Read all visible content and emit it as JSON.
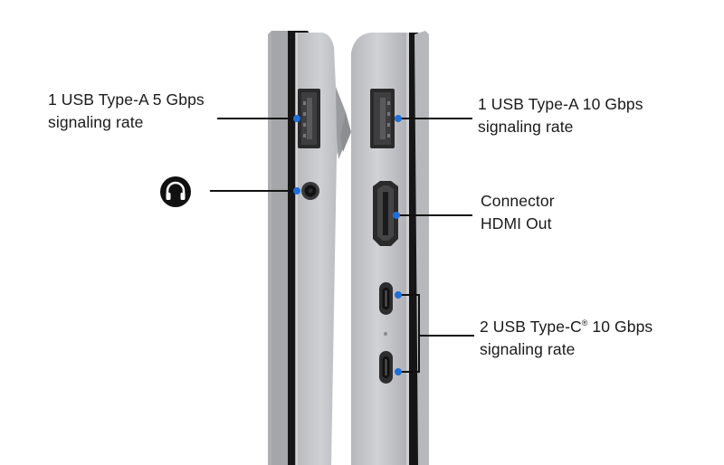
{
  "colors": {
    "accent_dot": "#1e6fd9",
    "body_silver": "#c4c5c8",
    "body_shadow": "#9a9b9e",
    "bezel_black": "#161616",
    "leader_line": "#111111"
  },
  "callouts": {
    "usb_a_5": {
      "line1": "1 USB Type-A 5 Gbps",
      "line2": "signaling rate"
    },
    "headphone": {
      "icon": "headphone-jack-icon"
    },
    "usb_a_10": {
      "line1": "1 USB Type-A 10 Gbps",
      "line2": "signaling rate"
    },
    "hdmi": {
      "line1": "Connector",
      "line2": "HDMI Out"
    },
    "usb_c": {
      "line1_prefix": "2 USB Type-C",
      "line1_mark": "®",
      "line1_suffix": " 10 Gbps",
      "line2": "signaling rate"
    }
  }
}
